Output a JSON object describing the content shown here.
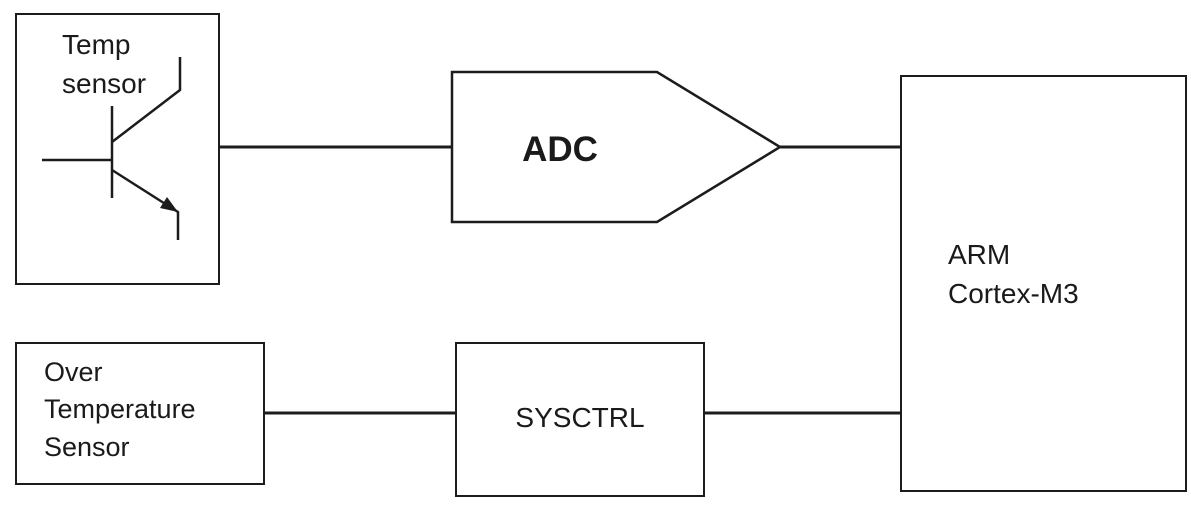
{
  "blocks": {
    "temp_sensor": {
      "label": "Temp\nsensor"
    },
    "adc": {
      "label": "ADC"
    },
    "arm_cortex_m3": {
      "label": "ARM\nCortex-M3"
    },
    "over_temperature_sensor": {
      "label": "Over\nTemperature\nSensor"
    },
    "sysctrl": {
      "label": "SYSCTRL"
    }
  },
  "connections": [
    {
      "from": "temp_sensor",
      "to": "adc"
    },
    {
      "from": "adc",
      "to": "arm_cortex_m3"
    },
    {
      "from": "over_temperature_sensor",
      "to": "sysctrl"
    },
    {
      "from": "sysctrl",
      "to": "arm_cortex_m3"
    }
  ],
  "colors": {
    "stroke": "#1c1c1c",
    "background": "#ffffff"
  }
}
